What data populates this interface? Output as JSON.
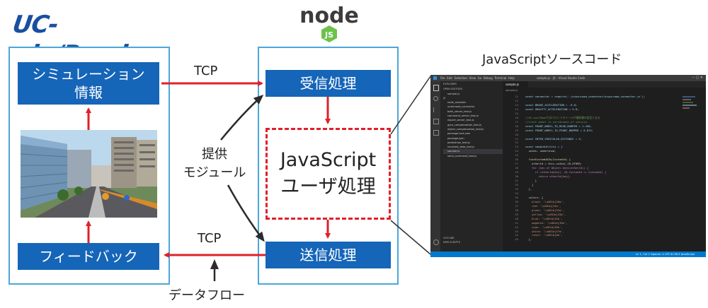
{
  "logos": {
    "ucwin": "UC-win/Road",
    "node": "node",
    "node_sub": "JS"
  },
  "left_panel": {
    "sim_info": "シミュレーション\n情報",
    "feedback": "フィードバック"
  },
  "center_panel": {
    "receive": "受信処理",
    "user_processing": "JavaScript\nユーザ処理",
    "send": "送信処理"
  },
  "labels": {
    "tcp_top": "TCP",
    "tcp_bottom": "TCP",
    "provided_module": "提供\nモジュール",
    "data_flow": "データフロー",
    "js_source": "JavaScriptソースコード"
  },
  "colors": {
    "panel_border": "#4aa7d8",
    "box_blue": "#1565b8",
    "arrow_red": "#e0202a",
    "dark": "#1e1e1e"
  },
  "code_lines": [
    "const connector = require('./ucwinroad_connector/ucwinroad_connector.js');",
    "",
    "const BRAKE_ACCELERATION = -9.8;",
    "const GRAVITY_ACCELERATION = 9.8;",
    "",
    "//UC-win/Roadではフロントホイールが操舵輪の設定となる",
    "//rront wheel is corrdinate of vehicle.",
    "const FRONT_WHEEL_TO_REAR_BUMPER = 1.430;",
    "const FRONT_WHEEL_TO_FRONT_BUMPER = 0.874;",
    "",
    "const INTER_VEHICULAR_DISTANCE = 5;",
    "",
    "const sampleUtility = {",
    "  uuIds: undefined,",
    "",
    "  findCustomUUId(CustomId) {",
    "    otherId = this.uuIds[.ID.OTHER;",
    "    for (key of Object.keys(otherId)) {",
    "      if (otherId[key]._ID_CustomId == CustomId) {",
    "        return otherId[key];",
    "      }",
    "    }",
    "  },",
    "",
    "  colors: {",
    "    black: '\\u001b[30m',",
    "    red: '\\u001b[31m',",
    "    green: '\\u001b[32m',",
    "    yellow: '\\u001b[33m',",
    "    blue: '\\u001b[34m',",
    "    magenta: '\\u001b[35m',",
    "    cyan: '\\u001b[36m',",
    "    white: '\\u001b[37m',",
    "    reset: '\\u001b[0m',",
    "  },"
  ],
  "file_tree": [
    "OPEN EDITORS",
    "sample.js",
    "JS",
    "node_modules",
    "ucwinroad_connector",
    "both_server_test.js",
    "command_server_test.js",
    "export_server_test.js",
    "gyro_compensation_test.js",
    "object_compensation_test.js",
    "package-lock.json",
    "package.json",
    "pedestrian_test.js",
    "received_data_test.js",
    "sample.js",
    "send_command_test.js"
  ],
  "vsc_menu": [
    "File",
    "Edit",
    "Selection",
    "View",
    "Go",
    "Debug",
    "Terminal",
    "Help"
  ],
  "vsc_title": "sample.js - JS - Visual Studio Code",
  "vsc_tab": "sample.js",
  "vsc_explorer": "EXPLORER",
  "vsc_status": "Ln 1, Col 1   Spaces: 4   UTF-8   CRLF   JavaScript",
  "vsc_outline": [
    "OUTLINE",
    "NPM SCRIPTS"
  ]
}
